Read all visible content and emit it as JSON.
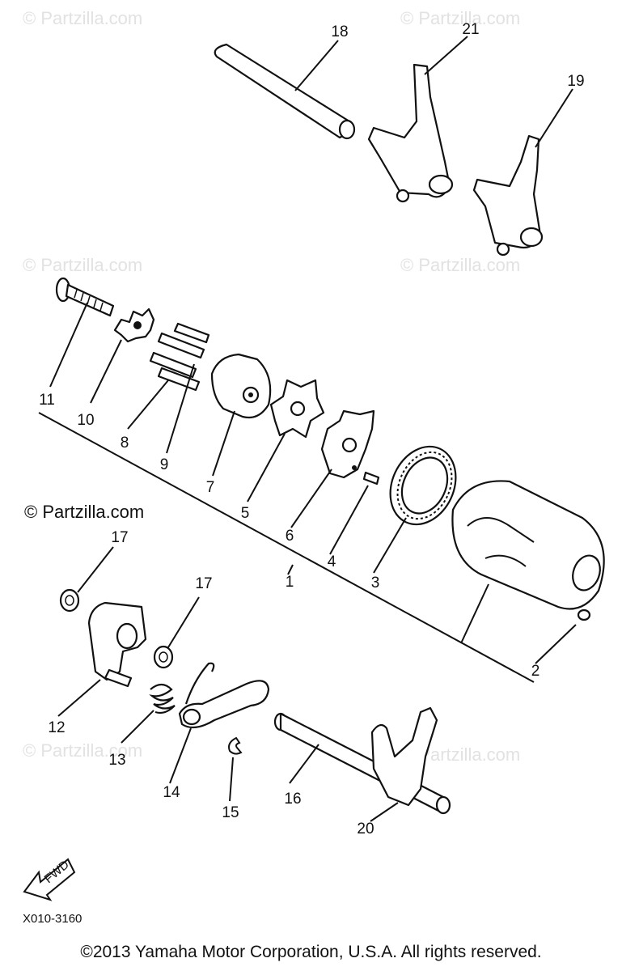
{
  "watermarks": {
    "faint": "© Partzilla.com",
    "main": "© Partzilla.com"
  },
  "callouts": {
    "c1": "1",
    "c2": "2",
    "c3": "3",
    "c4": "4",
    "c5": "5",
    "c6": "6",
    "c7": "7",
    "c8": "8",
    "c9": "9",
    "c10": "10",
    "c11": "11",
    "c12": "12",
    "c13": "13",
    "c14": "14",
    "c15": "15",
    "c16": "16",
    "c17a": "17",
    "c17b": "17",
    "c18": "18",
    "c19": "19",
    "c20": "20",
    "c21": "21"
  },
  "fwd_label": "FWD",
  "diagram_code": "X010-3160",
  "copyright": "©2013 Yamaha Motor Corporation, U.S.A. All rights reserved."
}
